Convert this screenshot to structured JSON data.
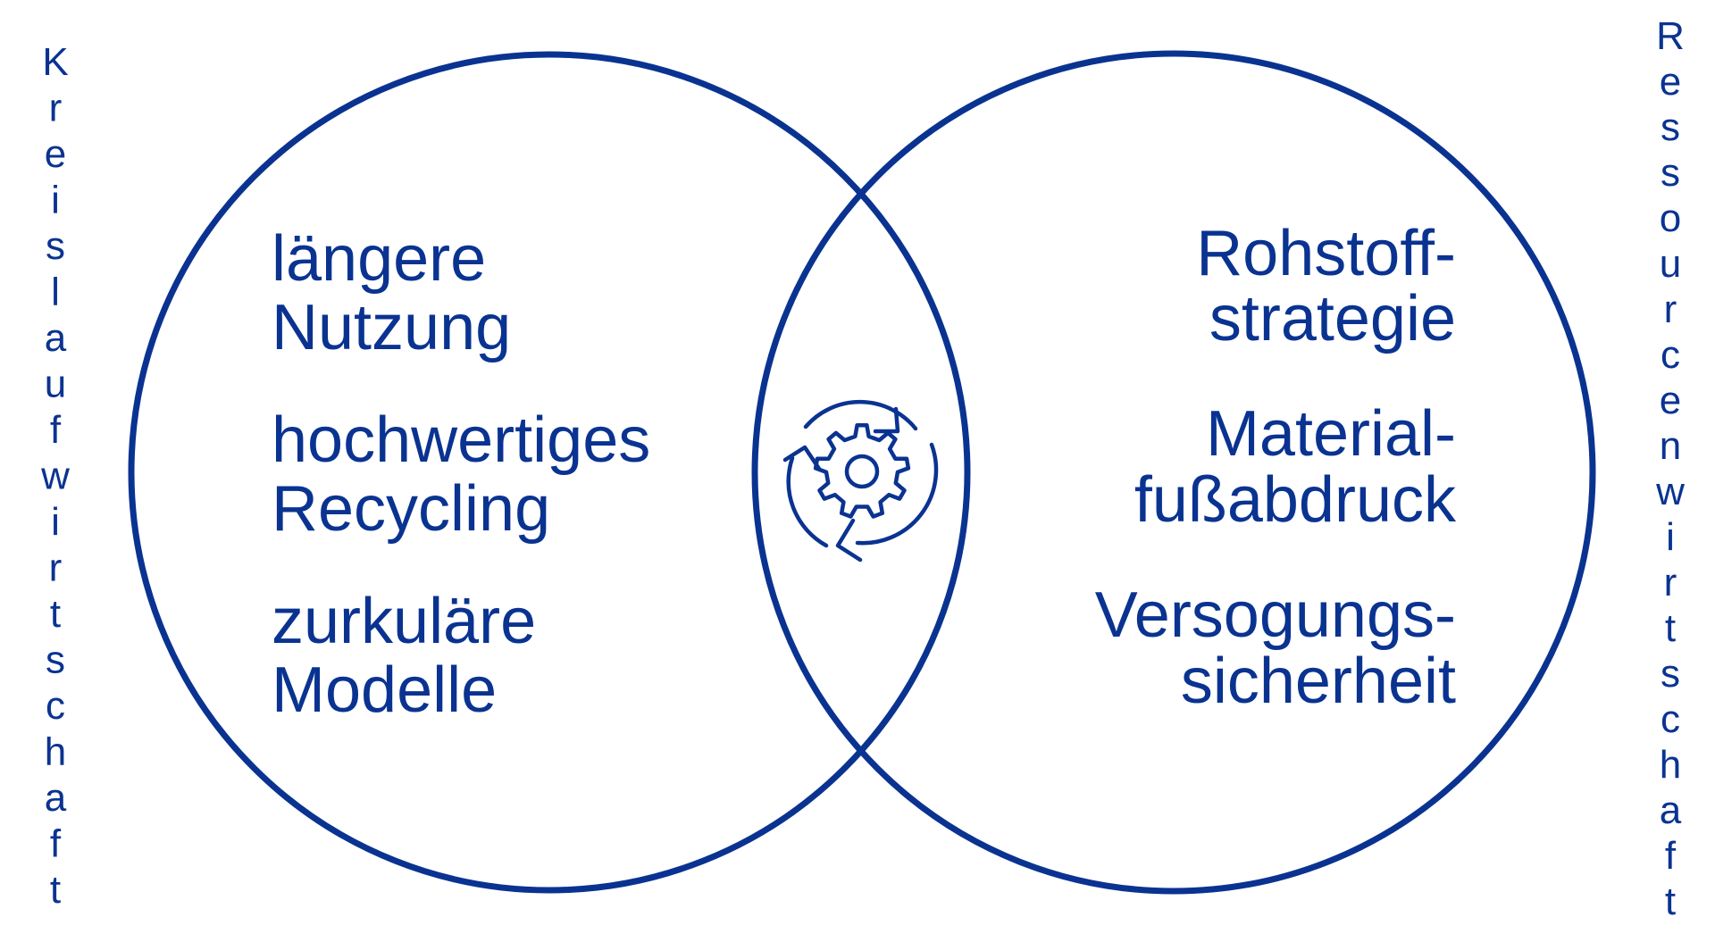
{
  "colors": {
    "accent": "#0a3391",
    "background": "#ffffff"
  },
  "left": {
    "vertical_label": "Kreislaufwirtschaft",
    "items": [
      "längere",
      "Nutzung",
      "hochwertiges",
      "Recycling",
      "zurkuläre",
      "Modelle"
    ]
  },
  "right": {
    "vertical_label": "Ressourcenwirtschaft",
    "items": [
      "Rohstoff-",
      "strategie",
      "Material-",
      "fußabdruck",
      "Versogungs-",
      "sicherheit"
    ]
  },
  "center_icon": "gear-cycle-icon"
}
